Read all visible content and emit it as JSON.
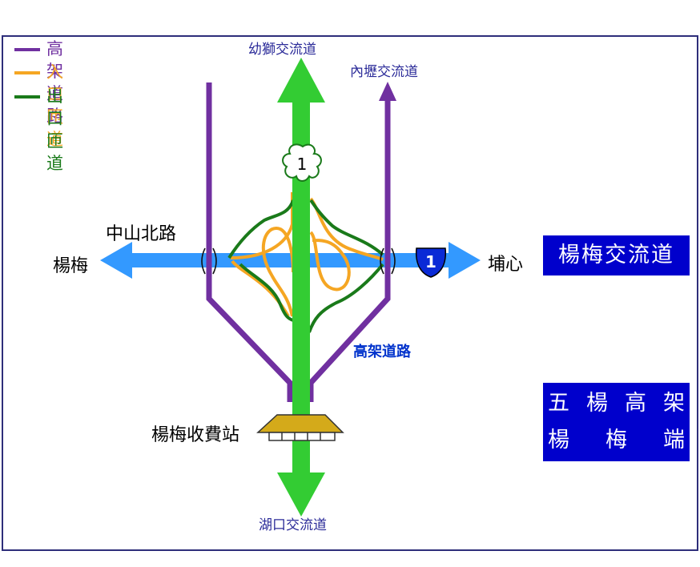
{
  "legend": [
    {
      "label": "高架道路",
      "color": "#7030a0"
    },
    {
      "label": "入口匝道",
      "color": "#f5a623"
    },
    {
      "label": "出口匝道",
      "color": "#1a7a1a"
    }
  ],
  "labels": {
    "north": "幼獅交流道",
    "northeast": "內壢交流道",
    "south": "湖口交流道",
    "west_road": "中山北路",
    "west_dest": "楊梅",
    "east_dest": "埔心",
    "elevated": "高架道路",
    "toll": "楊梅收費站"
  },
  "shields": {
    "freeway": "1",
    "provincial": "1"
  },
  "boxes": {
    "title": "楊梅交流道",
    "line1": [
      "五",
      "楊",
      "高",
      "架"
    ],
    "line2": [
      "楊",
      "梅",
      "端"
    ]
  },
  "colors": {
    "frame": "#2e2e7a",
    "freeway": "#33cc33",
    "local_road": "#3399ff",
    "elevated": "#7030a0",
    "entrance": "#f5a623",
    "exit": "#1a7a1a",
    "label_blue": "#2b2b99",
    "box_bg": "#0000cc",
    "shield_blue": "#0a2ad6",
    "toll_roof": "#d4aa1a"
  }
}
